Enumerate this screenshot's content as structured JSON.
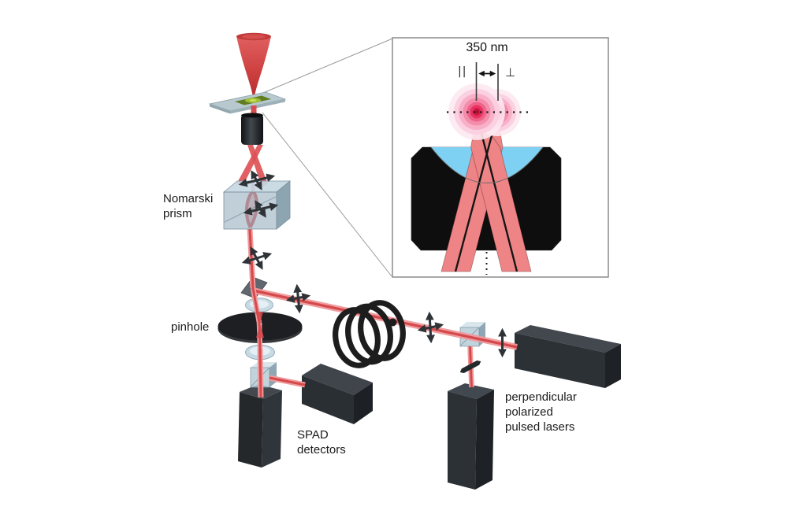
{
  "labels": {
    "nomarski": [
      "Nomarski",
      "prism"
    ],
    "pinhole": "pinhole",
    "spad_detectors": [
      "SPAD",
      "detectors"
    ],
    "pulsed_lasers": [
      "perpendicular",
      "polarized",
      "pulsed lasers"
    ]
  },
  "inset": {
    "distance": "350 nm",
    "parallel_symbol": "||",
    "perpendicular_symbol": "⊥"
  },
  "colors": {
    "beam_core_red": "#d4494c",
    "beam_edge_pink": "#f0999b",
    "cone_red": "#cf3e3e",
    "inset_beam_salmon": "#ee8486",
    "inset_lens_blue": "#7ed1f2",
    "spot_center_red": "#d31844",
    "spot_outer_pink": "#fde9f1",
    "dark_box": "#2c3136",
    "optic_glass": "#b8ccd8",
    "background": "#ffffff"
  }
}
